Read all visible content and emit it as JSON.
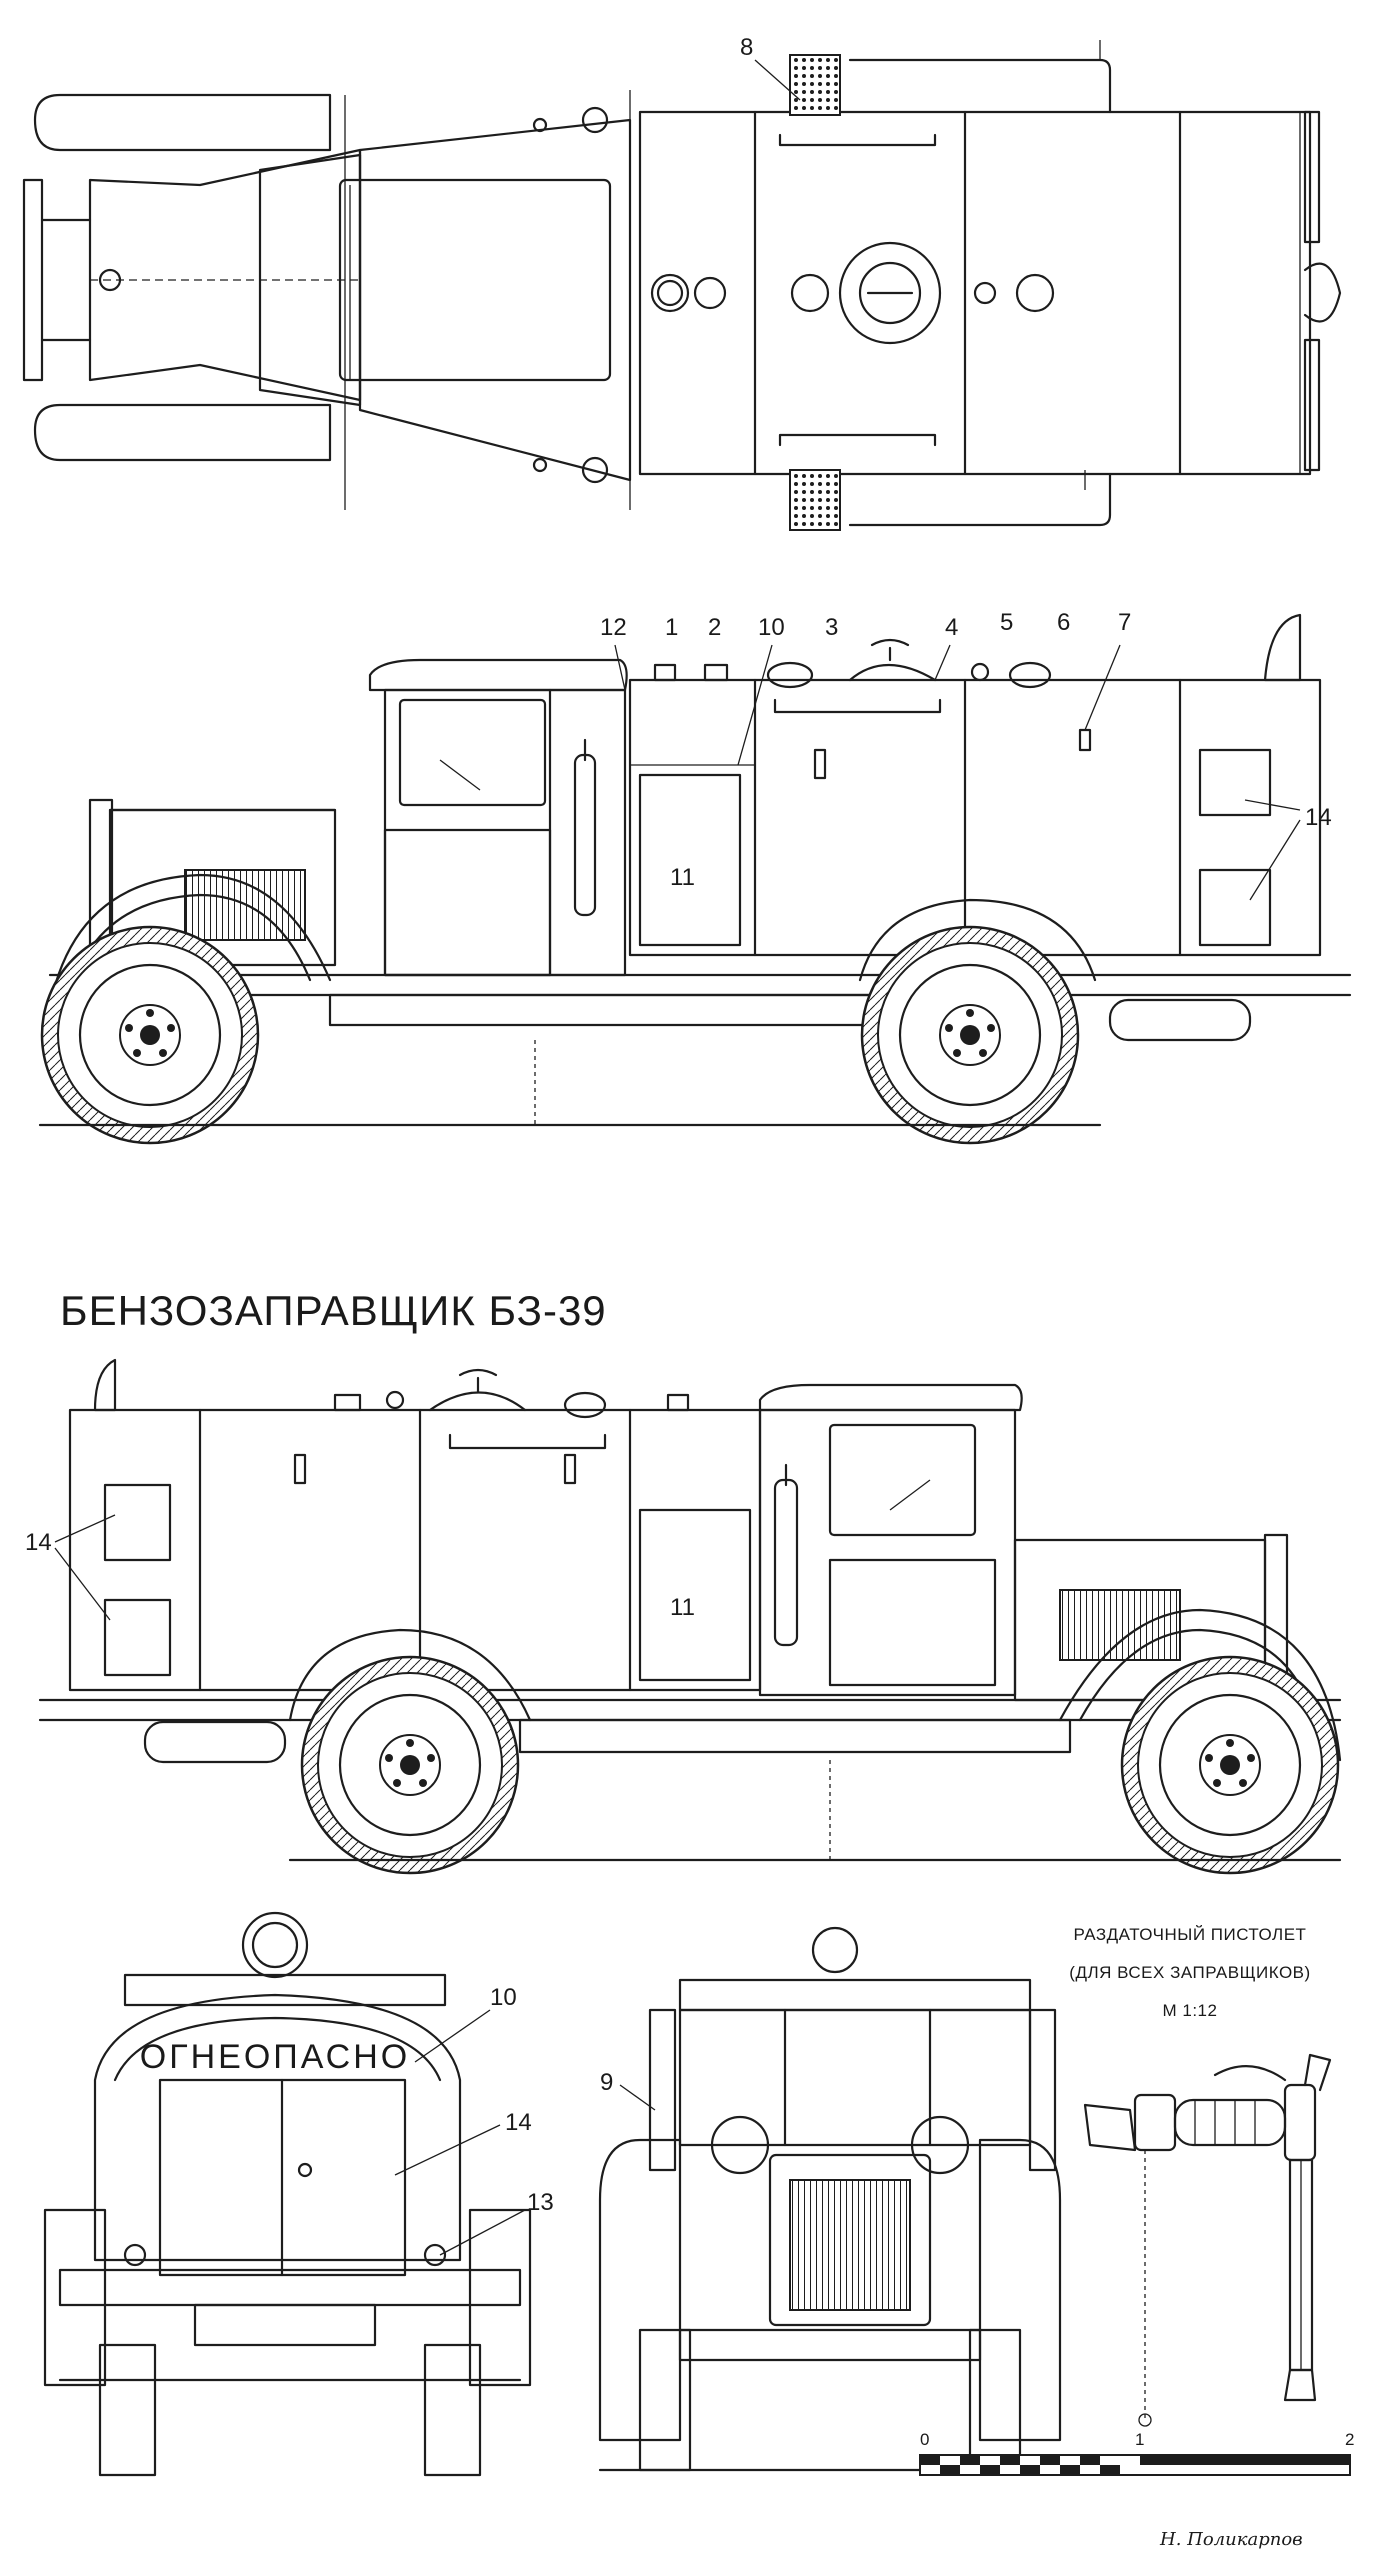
{
  "drawing": {
    "title": "БЕНЗОЗАПРАВЩИК БЗ-39",
    "author": "Н. Поликарпов",
    "front_plate_text": "ОГНЕОПАСНО",
    "nozzle_inset": {
      "line1": "РАЗДАТОЧНЫЙ ПИСТОЛЕТ",
      "line2": "(ДЛЯ ВСЕХ ЗАПРАВЩИКОВ)",
      "scale": "М 1:12"
    },
    "scale_bar": {
      "label_0": "0",
      "label_1": "1",
      "label_2": "2"
    }
  },
  "callouts": {
    "top_view": [
      "8"
    ],
    "side_left": [
      "12",
      "1",
      "2",
      "10",
      "3",
      "4",
      "5",
      "6",
      "7",
      "14",
      "11"
    ],
    "side_right": [
      "14",
      "11"
    ],
    "rear_view": [
      "10",
      "14",
      "13"
    ],
    "front_view": [
      "9"
    ]
  },
  "colors": {
    "ink": "#1d1d1d",
    "paper": "#ffffff"
  }
}
